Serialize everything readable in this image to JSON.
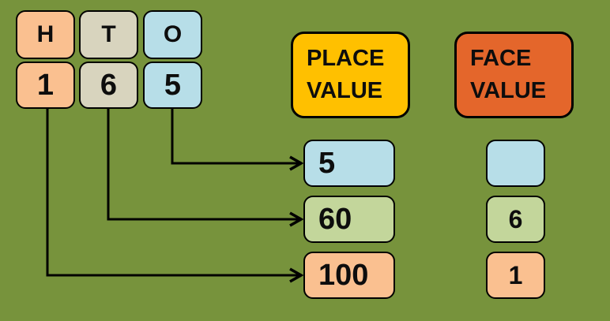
{
  "canvas": {
    "background_color": "#77933C",
    "stroke_color": "#000000"
  },
  "tiles": {
    "column_headers": [
      {
        "label": "H",
        "color": "#FAC090"
      },
      {
        "label": "T",
        "color": "#D8D4BE"
      },
      {
        "label": "O",
        "color": "#B7DEE8"
      }
    ],
    "digits": [
      {
        "label": "1",
        "color": "#FAC090"
      },
      {
        "label": "6",
        "color": "#D8D4BE"
      },
      {
        "label": "5",
        "color": "#B7DEE8"
      }
    ]
  },
  "place_value": {
    "header": {
      "line1": "PLACE",
      "line2": "VALUE",
      "color": "#FFC000"
    },
    "results": [
      {
        "value": "5",
        "color": "#B7DEE8"
      },
      {
        "value": "60",
        "color": "#C3D69B"
      },
      {
        "value": "100",
        "color": "#FAC090"
      }
    ]
  },
  "face_value": {
    "header": {
      "line1": "FACE",
      "line2": "VALUE",
      "color": "#E4662B"
    },
    "results": [
      {
        "value": "",
        "color": "#B7DEE8"
      },
      {
        "value": "6",
        "color": "#C3D69B"
      },
      {
        "value": "1",
        "color": "#FAC090"
      }
    ]
  }
}
